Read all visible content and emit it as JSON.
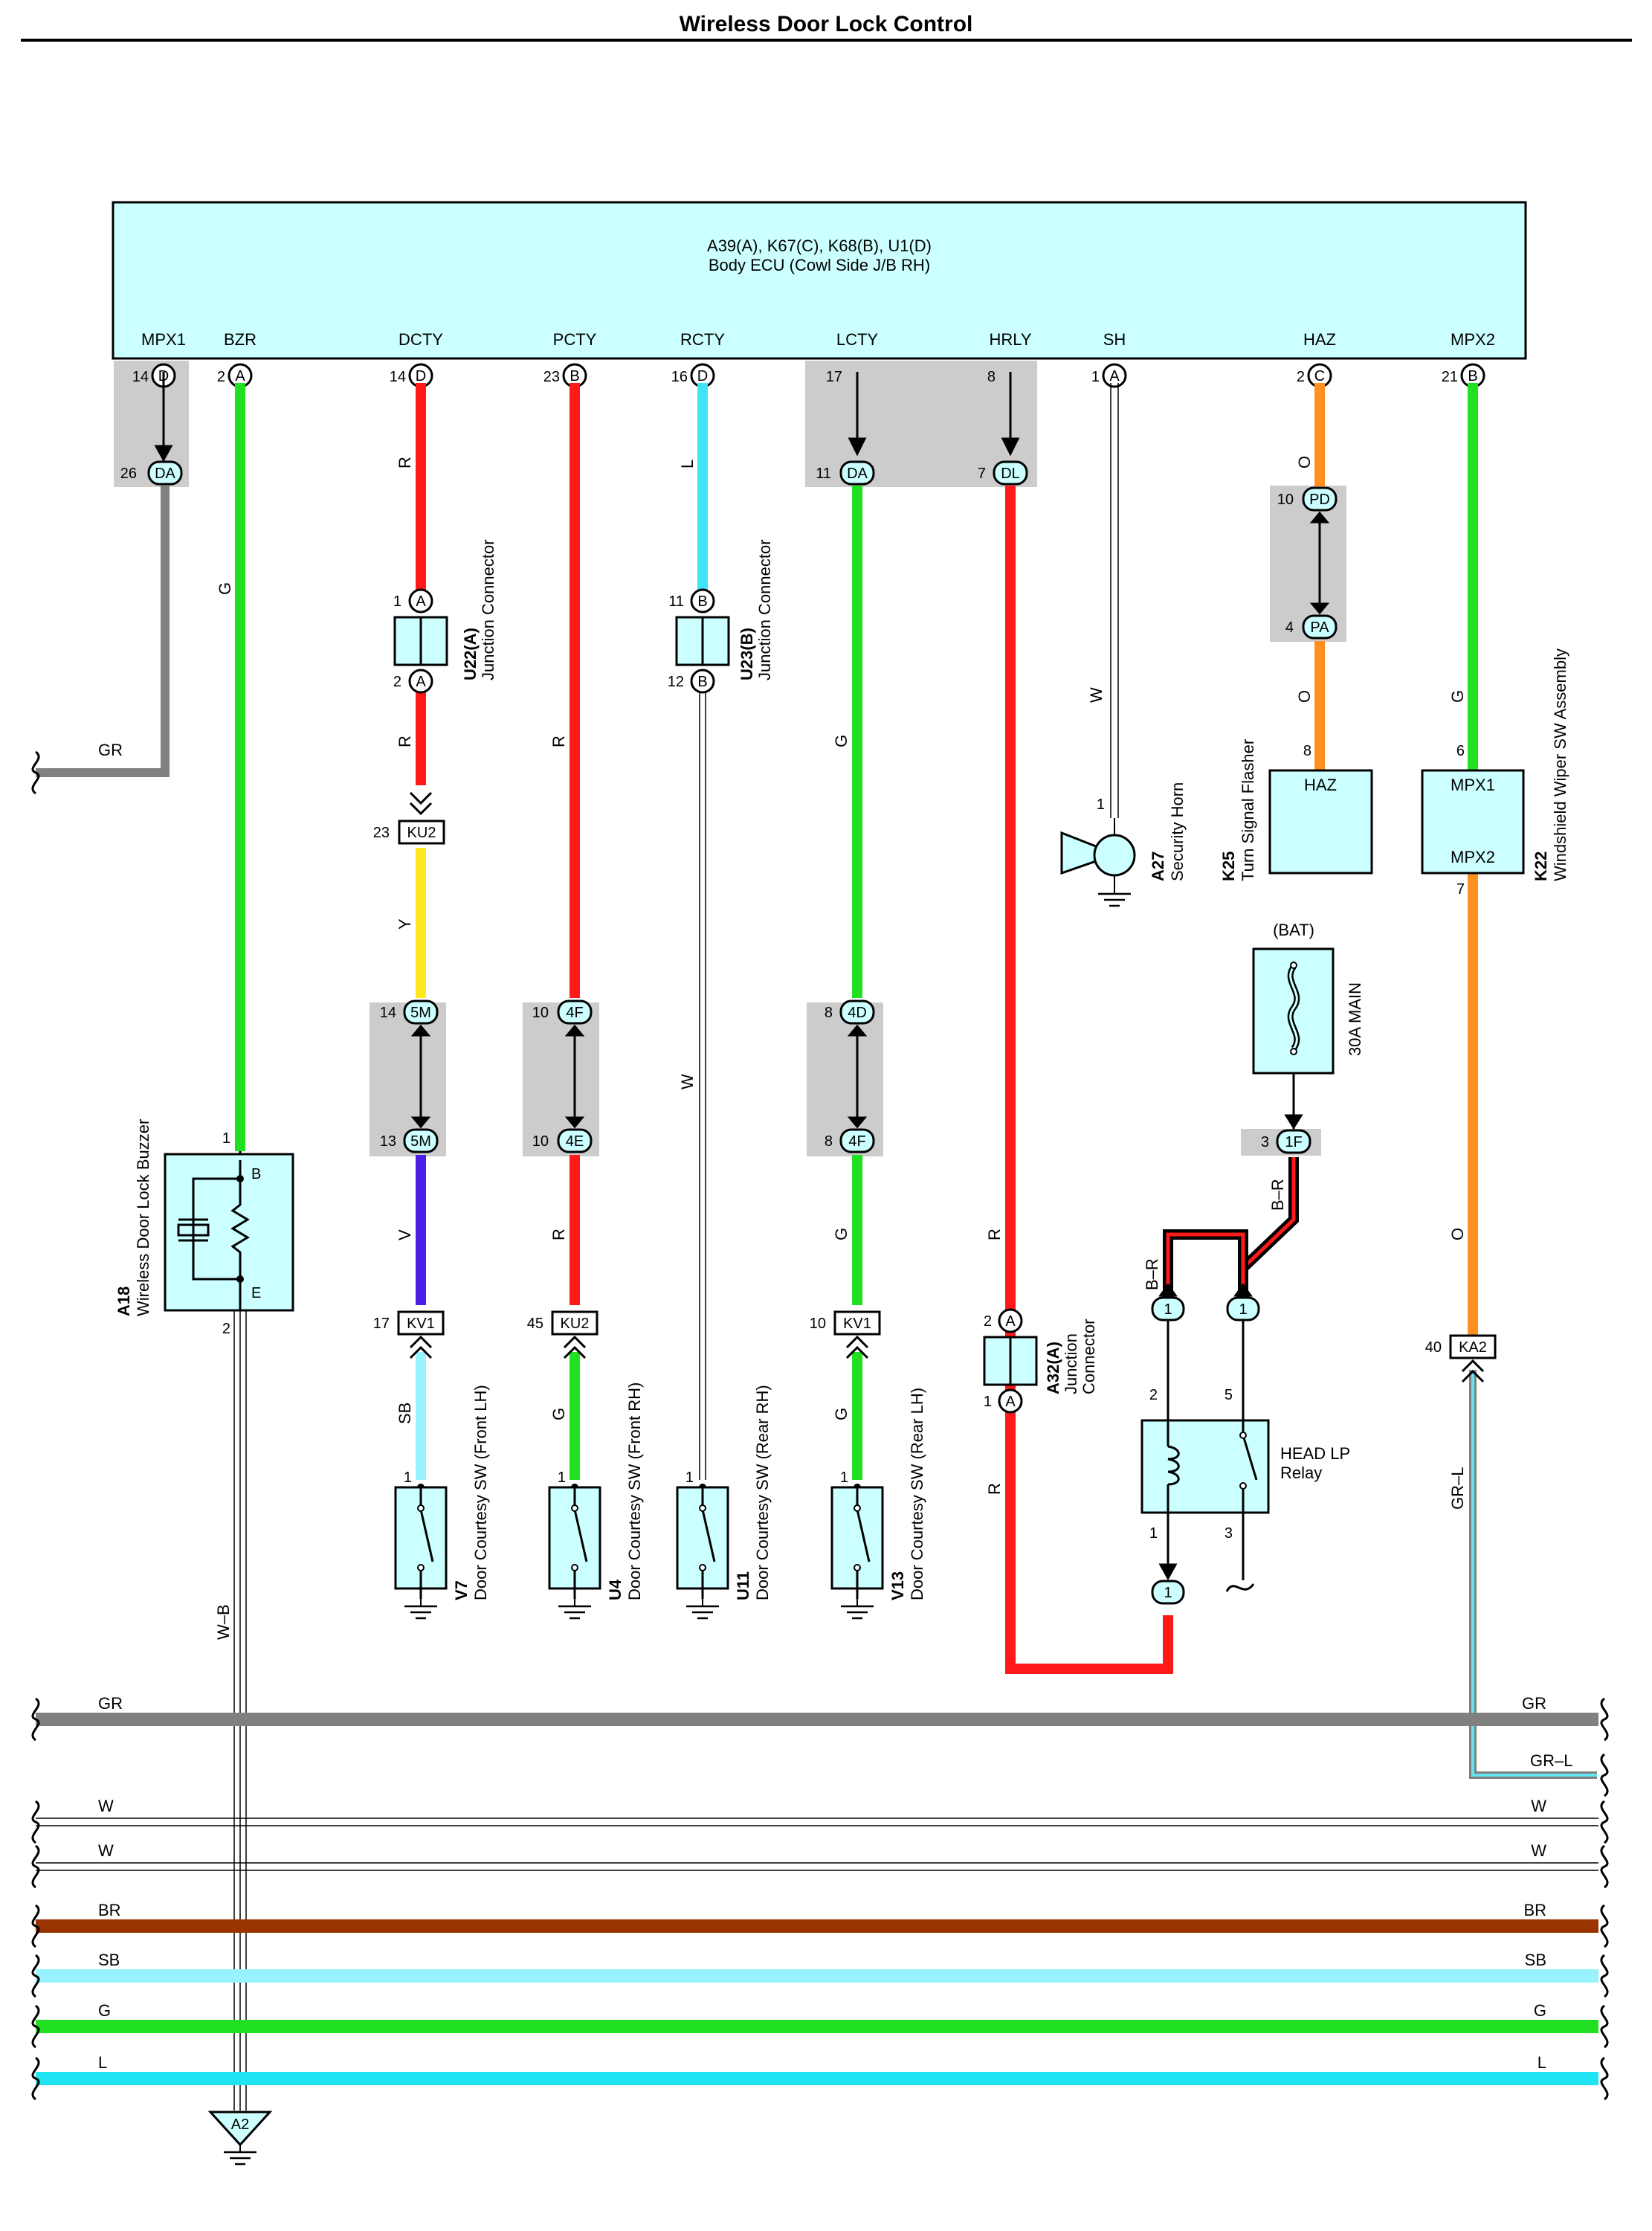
{
  "title": "Wireless Door Lock Control",
  "ecu": {
    "codes": "A39(A), K67(C), K68(B), U1(D)",
    "name": "Body ECU (Cowl Side J/B RH)",
    "pins": [
      {
        "label": "MPX1",
        "num": "14",
        "conn": "D"
      },
      {
        "label": "BZR",
        "num": "2",
        "conn": "A"
      },
      {
        "label": "DCTY",
        "num": "14",
        "conn": "D"
      },
      {
        "label": "PCTY",
        "num": "23",
        "conn": "B"
      },
      {
        "label": "RCTY",
        "num": "16",
        "conn": "D"
      },
      {
        "label": "LCTY",
        "num": "17",
        "conn": ""
      },
      {
        "label": "HRLY",
        "num": "8",
        "conn": ""
      },
      {
        "label": "SH",
        "num": "1",
        "conn": "A"
      },
      {
        "label": "HAZ",
        "num": "2",
        "conn": "C"
      },
      {
        "label": "MPX2",
        "num": "21",
        "conn": "B"
      }
    ]
  },
  "connectors": {
    "da1": {
      "num": "26",
      "code": "DA"
    },
    "da2": {
      "num": "11",
      "code": "DA"
    },
    "dl": {
      "num": "7",
      "code": "DL"
    },
    "pd": {
      "num": "10",
      "code": "PD"
    },
    "pa": {
      "num": "4",
      "code": "PA"
    },
    "ku2a": {
      "num": "23",
      "code": "KU2"
    },
    "m5a": {
      "num": "14",
      "code": "5M"
    },
    "m5b": {
      "num": "13",
      "code": "5M"
    },
    "f4a": {
      "num": "10",
      "code": "4F"
    },
    "e4": {
      "num": "10",
      "code": "4E"
    },
    "d4": {
      "num": "8",
      "code": "4D"
    },
    "f4b": {
      "num": "8",
      "code": "4F"
    },
    "kv1a": {
      "num": "17",
      "code": "KV1"
    },
    "ku2b": {
      "num": "45",
      "code": "KU2"
    },
    "kv1b": {
      "num": "10",
      "code": "KV1"
    },
    "f1": {
      "num": "3",
      "code": "1F"
    },
    "ka2": {
      "num": "40",
      "code": "KA2"
    },
    "a2": {
      "code": "A2"
    }
  },
  "components": {
    "u22": {
      "code": "U22(A)",
      "name": "Junction Connector",
      "pin1": "1",
      "pin2": "2",
      "conn": "A"
    },
    "u23": {
      "code": "U23(B)",
      "name": "Junction Connector",
      "pin1": "11",
      "pin2": "12",
      "conn": "B"
    },
    "a32": {
      "code": "A32(A)",
      "name1": "Junction",
      "name2": "Connector",
      "pin1": "2",
      "pin2": "1",
      "conn": "A"
    },
    "a18": {
      "code": "A18",
      "name": "Wireless Door Lock Buzzer",
      "pin1": "1",
      "pin2": "2",
      "term_b": "B",
      "term_e": "E"
    },
    "a27": {
      "code": "A27",
      "name": "Security Horn",
      "pin": "1"
    },
    "k25": {
      "code": "K25",
      "name": "Turn Signal Flasher",
      "label": "HAZ",
      "pin": "8"
    },
    "k22": {
      "code": "K22",
      "name": "Windshield Wiper SW Assembly",
      "label1": "MPX1",
      "label2": "MPX2",
      "pin1": "6",
      "pin2": "7"
    },
    "fuse": {
      "source": "(BAT)",
      "name": "30A MAIN"
    },
    "relay": {
      "name1": "HEAD LP",
      "name2": "Relay",
      "pin2": "2",
      "pin5": "5",
      "pin1": "1",
      "pin3": "3",
      "conn": "1"
    },
    "v7": {
      "code": "V7",
      "name": "Door Courtesy SW (Front LH)",
      "pin": "1"
    },
    "u4": {
      "code": "U4",
      "name": "Door Courtesy SW (Front RH)",
      "pin": "1"
    },
    "u11": {
      "code": "U11",
      "name": "Door Courtesy SW (Rear RH)",
      "pin": "1"
    },
    "v13": {
      "code": "V13",
      "name": "Door Courtesy SW (Rear LH)",
      "pin": "1"
    }
  },
  "wire_labels": {
    "g": "G",
    "gr": "GR",
    "r": "R",
    "l": "L",
    "w": "W",
    "o": "O",
    "y": "Y",
    "v": "V",
    "sb": "SB",
    "wb": "W–B",
    "br": "B–R",
    "grl": "GR–L"
  },
  "buses": [
    {
      "label": "GR",
      "color": "#808080"
    },
    {
      "label": "GR–L",
      "color": "#61e5f0"
    },
    {
      "label": "W",
      "color": "#ffffff"
    },
    {
      "label": "W",
      "color": "#ffffff"
    },
    {
      "label": "BR",
      "color": "#993300"
    },
    {
      "label": "SB",
      "color": "#99f3ff"
    },
    {
      "label": "G",
      "color": "#21e021"
    },
    {
      "label": "L",
      "color": "#21e4f3"
    }
  ],
  "colors": {
    "ecu_fill": "#ccffff",
    "red": "#ff1a1a",
    "green": "#21e021",
    "cyan": "#3ee6f5",
    "orange": "#ff8f1f",
    "yellow": "#ffe81f",
    "violet": "#4d1fe6",
    "sky": "#99f3ff",
    "gray": "#808080",
    "brown": "#993300",
    "shade": "#cccccc"
  }
}
